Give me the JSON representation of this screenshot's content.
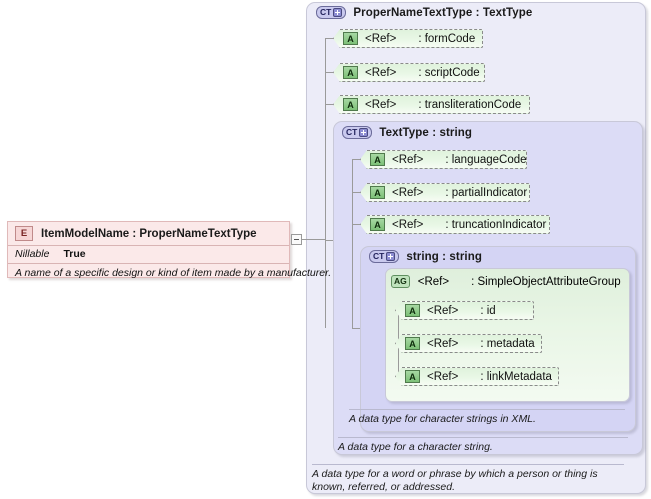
{
  "diagram": {
    "kind": "xsd-schema-diagram",
    "background": "#ffffff"
  },
  "element": {
    "icon": "E",
    "icon_name": "element-icon",
    "title": "ItemModelName : ProperNameTextType",
    "properties": [
      {
        "key": "Nillable",
        "value": "True"
      }
    ],
    "documentation": "A name of a specific design or kind of item made by a manufacturer.",
    "toggle": "collapse-toggle"
  },
  "types": {
    "propername": {
      "badge": "CT",
      "badge_name": "complextype-icon",
      "title": "ProperNameTextType : TextType",
      "attributes": [
        {
          "ref": "<Ref>",
          "name": ": formCode",
          "icon": "A"
        },
        {
          "ref": "<Ref>",
          "name": ": scriptCode",
          "icon": "A"
        },
        {
          "ref": "<Ref>",
          "name": ": transliterationCode",
          "icon": "A"
        }
      ],
      "documentation": "A data type for a word or phrase by which a person or thing is known, referred, or addressed."
    },
    "texttype": {
      "badge": "CT",
      "badge_name": "complextype-icon",
      "title": "TextType : string",
      "attributes": [
        {
          "ref": "<Ref>",
          "name": ": languageCode",
          "icon": "A"
        },
        {
          "ref": "<Ref>",
          "name": ": partialIndicator",
          "icon": "A"
        },
        {
          "ref": "<Ref>",
          "name": ": truncationIndicator",
          "icon": "A"
        }
      ],
      "documentation": "A data type for a character string."
    },
    "string": {
      "badge": "CT",
      "badge_name": "complextype-icon",
      "title": "string   : string",
      "group": {
        "badge": "AG",
        "badge_name": "attributegroup-icon",
        "ref": "<Ref>",
        "name": ": SimpleObjectAttributeGroup",
        "attributes": [
          {
            "ref": "<Ref>",
            "name": ": id",
            "icon": "A"
          },
          {
            "ref": "<Ref>",
            "name": ": metadata",
            "icon": "A"
          },
          {
            "ref": "<Ref>",
            "name": ": linkMetadata",
            "icon": "A"
          }
        ]
      },
      "documentation": "A data type for character strings in XML."
    }
  },
  "colors": {
    "level0": "#ececf8",
    "level1": "#dcdcf6",
    "level2": "#d4d4f4",
    "attribute": "#e6f6e2",
    "element": "#fbe9e9",
    "connector": "#9a9a9a"
  }
}
